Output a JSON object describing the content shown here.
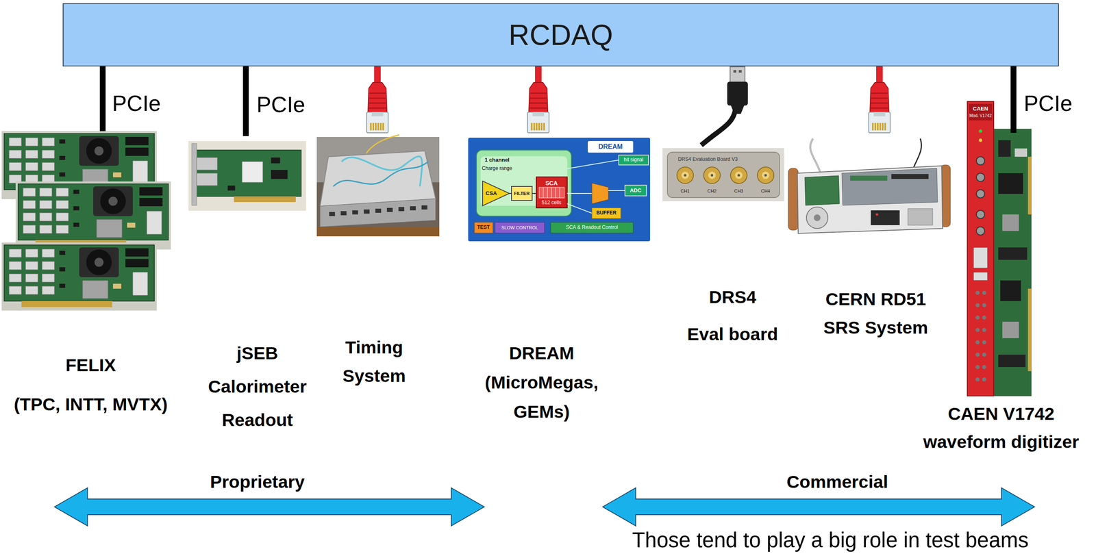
{
  "diagram": {
    "nodes": [
      {
        "text": [
          "RCDAQ"
        ]
      },
      {
        "text": [
          "FELIX (TPC, INTT, MVTX)"
        ]
      },
      {
        "text": [
          "jSEB Calorimeter Readout"
        ]
      },
      {
        "text": [
          "Timing System"
        ]
      },
      {
        "text": [
          "DREAM (MicroMegas, GEMs)"
        ]
      },
      {
        "text": [
          "DRS4 Eval board"
        ]
      },
      {
        "text": [
          "CERN RD51 SRS System"
        ]
      },
      {
        "text": [
          "CAEN V1742 waveform digitizer"
        ]
      }
    ],
    "edges": [
      {
        "from": 0,
        "to": 1,
        "arrow": "none",
        "label": "PCIe"
      },
      {
        "from": 0,
        "to": 2,
        "arrow": "none",
        "label": "PCIe"
      },
      {
        "from": 0,
        "to": 3,
        "arrow": "none"
      },
      {
        "from": 0,
        "to": 4,
        "arrow": "none"
      },
      {
        "from": 0,
        "to": 5,
        "arrow": "none"
      },
      {
        "from": 0,
        "to": 6,
        "arrow": "none"
      },
      {
        "from": 0,
        "to": 7,
        "arrow": "none",
        "label": "PCIe"
      }
    ],
    "labels": [
      "DREAM",
      "1 channel",
      "Charge range",
      "CSA",
      "FILTER",
      "SCA",
      "512 cells",
      "hit signal",
      "ADC",
      "BUFFER",
      "TEST",
      "SLOW CONTROL",
      "SCA & Readout Control",
      "DRS4 Evaluation Board V3",
      "CH1",
      "CH2",
      "CH3",
      "CH4",
      "CAEN",
      "Mod. V1742",
      "Proprietary",
      "Commercial",
      "Those tend to play a big role in test beams"
    ]
  }
}
